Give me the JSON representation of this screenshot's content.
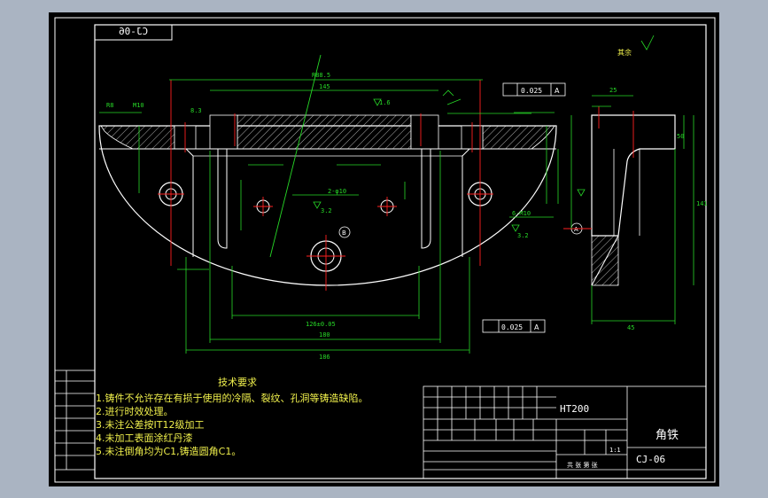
{
  "drawing": {
    "code_tag": "CJ-06",
    "roughness_note": "其余",
    "tech_requirements": {
      "title": "技术要求",
      "items": [
        "1.铸件不允许存在有损于使用的冷隔、裂纹、孔洞等铸造缺陷。",
        "2.进行时效处理。",
        "3.未注公差按IT12级加工",
        "4.未加工表面涂红丹漆",
        "5.未注倒角均为C1,铸造圆角C1。"
      ]
    },
    "title_block": {
      "material": "HT200",
      "part_name": "角铁",
      "drawing_no": "CJ-06",
      "scale": "1:1",
      "sheet_note": "共 张 第 张"
    },
    "dimensions": {
      "overall_width": "186",
      "overall_width_top": "R88.5",
      "width_180": "180",
      "width_145": "145",
      "hole_spacing": "126±0.05",
      "depth_45": "45",
      "height_25": "25",
      "height_141": "141",
      "height_50": "50",
      "flatness": "0.025",
      "parallel": "0.025",
      "ref_a": "A",
      "ref_b": "B",
      "roughness_32": "3.2",
      "roughness_16": "1.6",
      "hole_note_1": "2-φ10",
      "hole_note_2": "6-M10",
      "thread_note": "M10",
      "chamfer_note": "8.3",
      "dim_r": "R8"
    }
  },
  "colors": {
    "background": "#aab4c2",
    "drawing_bg": "#000000",
    "line_white": "#ffffff",
    "line_green": "#27d827",
    "center_red": "#ff2020",
    "text_yellow": "#f0f04c"
  }
}
